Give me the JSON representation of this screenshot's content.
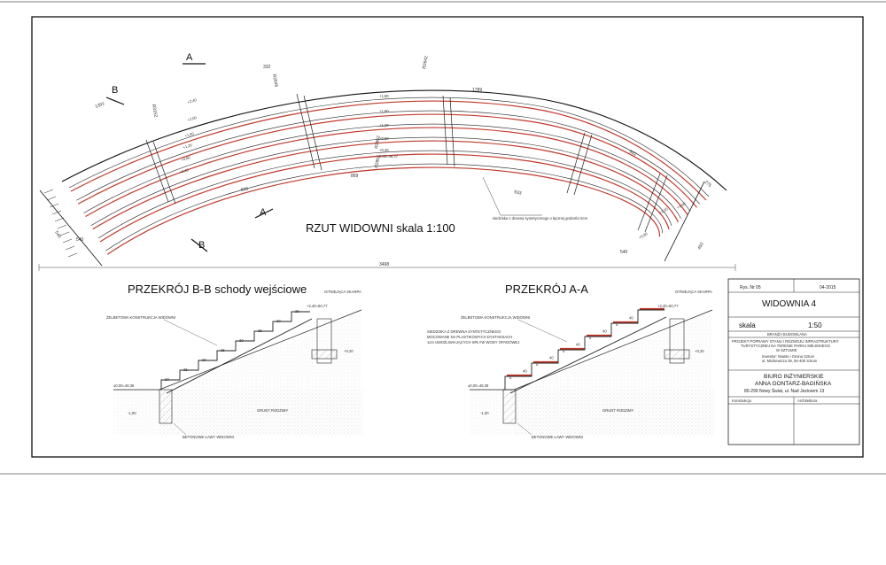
{
  "plan": {
    "title": "RZUT WIDOWNI skala 1:100",
    "section_marks": [
      "A",
      "B",
      "A",
      "B"
    ],
    "dims": [
      "332",
      "1391",
      "R3152",
      "R2646",
      "R2642",
      "1789",
      "R2862",
      "869",
      "R2862",
      "839",
      "933",
      "652",
      "275",
      "540",
      "540",
      "450",
      "540",
      "3498"
    ],
    "levels": [
      "+2,40",
      "+2,00",
      "+1,60",
      "+1,20",
      "+0,80",
      "+0,40",
      "+1,80",
      "+1,60",
      "+1,20",
      "+0,80",
      "+0,40",
      "0,00=48,37",
      "+0,80",
      "+1,20",
      "+1,60"
    ],
    "note": "siedziska z drewna syntetycznego o łącznej grubości 5cm"
  },
  "section_bb": {
    "title": "PRZEKRÓJ B-B schody wejściowe",
    "label_top": "ŻELBETOWA KONSTRUKCJA WIDOWNI",
    "label_bottom": "BETONOWE ŁAWY WIDOWNI",
    "label_ground": "GRUNT RODZIMY",
    "label_slope": "ISTNIEJĄCA SKARPA",
    "level_left": "±0,00=48,38",
    "level_right": "+2,40=50,77",
    "level_low": "-1,00",
    "level_mid": "+0,20",
    "dims": [
      "20",
      "25",
      "20",
      "25",
      "20",
      "25",
      "20",
      "25",
      "45",
      "70",
      "30",
      "50",
      "110",
      "50",
      "30",
      "20"
    ]
  },
  "section_aa": {
    "title": "PRZEKRÓJ A-A",
    "label_top": "ŻELBETOWA KONSTRUKCJA WIDOWNI",
    "label_seat": "SIEDZISKA Z DREWNA SYNTETYCZNEGO MOCOWANE NA PLASTIKOWYCH DYSTANSACH 1cm UMOŻLIWIAJĄCYCH SPŁYW WODY OPADOWEJ",
    "label_bottom": "BETONOWE ŁAWY WIDOWNI",
    "label_ground": "GRUNT RODZIMY",
    "label_slope": "ISTNIEJĄCA SKARPA",
    "level_left": "±0,00=48,38",
    "level_right": "+2,40=50,77",
    "level_low": "-1,30",
    "level_mid": "+0,20",
    "dims": [
      "5",
      "40",
      "5",
      "40",
      "5",
      "40",
      "5",
      "40",
      "5",
      "40",
      "30",
      "70",
      "30",
      "50",
      "110",
      "50",
      "30"
    ]
  },
  "titleblock": {
    "rys_label": "Rys. Nr 05",
    "date": "04-2015",
    "name": "WIDOWNIA 4",
    "scale_label": "skala",
    "scale_value": "1:50",
    "branch": "BRANŻA BUDOWLANA",
    "project": "PROJEKT POPRAWY STANU I ROZWOJU INFRASTRUKTURY TURYSTYCZNEJ NA TERENIE PARKU MIEJSKIEGO W SZTUMIE",
    "investor": "Inwestor: Miasto i Gmina Sztum",
    "investor_addr": "ul. Mickiewicza 39, 84-400 Sztum",
    "office_1": "BIURO INŻYNIERSKIE",
    "office_2": "ANNA GONTARZ-BAGIŃSKA",
    "office_addr": "80-299 Nowy Świat, ul. Nad Jeziorem 13",
    "col_1": "Konstrukcja",
    "col_2": "Architektura"
  },
  "colors": {
    "line": "#222222",
    "seat": "#c0392b",
    "hatch": "#888888",
    "grid": "#bbbbbb"
  }
}
